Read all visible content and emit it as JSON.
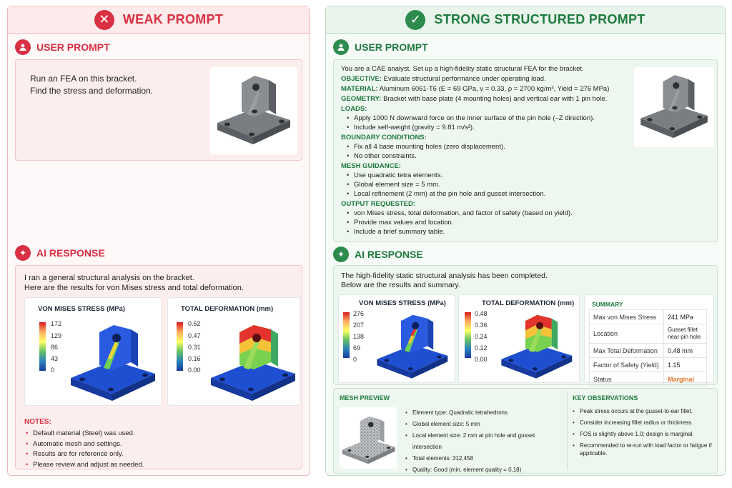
{
  "weak": {
    "header": "WEAK PROMPT",
    "header_icon": "x-circle-icon",
    "user_prompt_title": "USER PROMPT",
    "user_prompt_lines": [
      "Run an FEA on this bracket.",
      "Find the stress and deformation."
    ],
    "ai_response_title": "AI RESPONSE",
    "ai_response_lines": [
      "I ran a general structural analysis on the bracket.",
      "Here are the results for von Mises stress and total deformation."
    ],
    "stress_chart": {
      "title": "VON MISES STRESS (MPa)",
      "ticks": [
        "172",
        "129",
        "86",
        "43",
        "0"
      ]
    },
    "deform_chart": {
      "title": "TOTAL DEFORMATION (mm)",
      "ticks": [
        "0.62",
        "0.47",
        "0.31",
        "0.16",
        "0.00"
      ]
    },
    "notes_title": "NOTES:",
    "notes": [
      "Default material (Steel) was used.",
      "Automatic mesh and settings.",
      "Results are for reference only.",
      "Please review and adjust as needed."
    ]
  },
  "strong": {
    "header": "STRONG STRUCTURED PROMPT",
    "header_icon": "check-circle-icon",
    "user_prompt_title": "USER PROMPT",
    "intro": "You are a CAE analyst. Set up a high-fidelity static structural FEA for the bracket.",
    "objective_label": "OBJECTIVE:",
    "objective": "Evaluate structural performance under operating load.",
    "material_label": "MATERIAL:",
    "material": "Aluminum 6061-T6 (E = 69 GPa, ν = 0.33, ρ = 2700 kg/m³, Yield = 276 MPa)",
    "geometry_label": "GEOMETRY:",
    "geometry": "Bracket with base plate (4 mounting holes) and vertical ear with 1 pin hole.",
    "loads_label": "LOADS:",
    "loads": [
      "Apply 1000 N downward force on the inner surface of the pin hole (–Z direction).",
      "Include self-weight (gravity = 9.81 m/s²)."
    ],
    "bc_label": "BOUNDARY CONDITIONS:",
    "bc": [
      "Fix all 4 base mounting holes (zero displacement).",
      "No other constraints."
    ],
    "mesh_label": "MESH GUIDANCE:",
    "mesh": [
      "Use quadratic tetra elements.",
      "Global element size = 5 mm.",
      "Local refinement (2 mm) at the pin hole and gusset intersection."
    ],
    "output_label": "OUTPUT REQUESTED:",
    "output": [
      "von Mises stress, total deformation, and factor of safety (based on yield).",
      "Provide max values and location.",
      "Include a brief summary table."
    ],
    "ai_response_title": "AI RESPONSE",
    "ai_response_lines": [
      "The high-fidelity static structural analysis has been completed.",
      "Below are the results and summary."
    ],
    "stress_chart": {
      "title": "VON MISES STRESS (MPa)",
      "ticks": [
        "276",
        "207",
        "138",
        "69",
        "0"
      ]
    },
    "deform_chart": {
      "title": "TOTAL DEFORMATION (mm)",
      "ticks": [
        "0.48",
        "0.36",
        "0.24",
        "0.12",
        "0.00"
      ]
    },
    "summary": {
      "title": "SUMMARY",
      "rows": [
        {
          "key": "Max von Mises Stress",
          "value": "241 MPa"
        },
        {
          "key": "Location",
          "value": "Gusset fillet near pin hole"
        },
        {
          "key": "Max Total Deformation",
          "value": "0.48 mm"
        },
        {
          "key": "Factor of Safety (Yield)",
          "value": "1.15"
        },
        {
          "key": "Status",
          "value": "Marginal"
        }
      ],
      "status_color": "#e8762c"
    },
    "mesh_preview": {
      "title": "MESH PREVIEW",
      "items": [
        "Element type: Quadratic tetrahedrons",
        "Global element size: 5 mm",
        "Local element size: 2 mm at pin hole and gusset intersection",
        "Total elements: 312,458",
        "Quality: Good (min. element quality = 0.18)"
      ]
    },
    "observations": {
      "title": "KEY OBSERVATIONS",
      "items": [
        "Peak stress occurs at the gusset-to-ear fillet.",
        "Consider increasing fillet radius or thickness.",
        "FOS is slightly above 1.0; design is marginal.",
        "Recommended to re-run with load factor or fatigue if applicable."
      ]
    }
  },
  "colors": {
    "weak_accent": "#d93044",
    "strong_accent": "#1f7a3e"
  }
}
